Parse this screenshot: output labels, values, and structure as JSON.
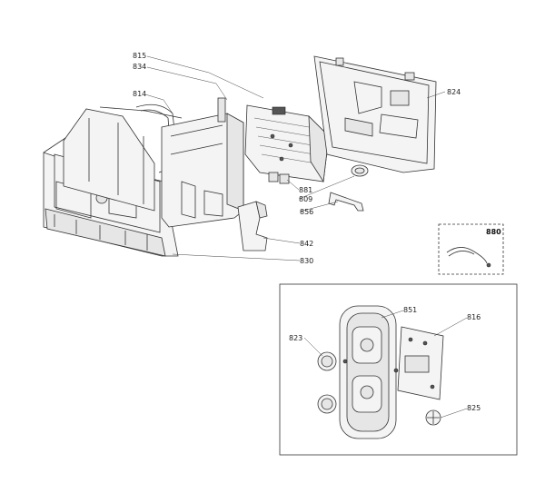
{
  "callouts": {
    "c815": "815",
    "c834": "834",
    "c814": "814",
    "c824": "824",
    "c881": "881",
    "c809": "809",
    "c856": "856",
    "c842": "842",
    "c830": "830",
    "c880": "880",
    "c851": "851",
    "c816": "816",
    "c823": "823",
    "c825": "825"
  }
}
